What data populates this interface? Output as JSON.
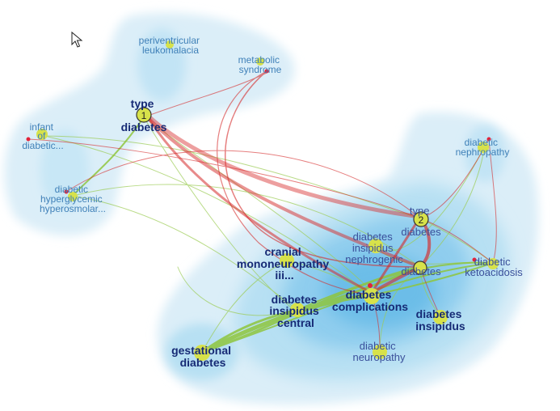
{
  "nodes": {
    "periventricular_leukomalacia": {
      "lines": [
        "periventricular",
        "leukomalacia"
      ]
    },
    "metabolic_syndrome": {
      "lines": [
        "metabolic",
        "syndrome"
      ]
    },
    "type1_diabetes": {
      "lines": [
        "type",
        "diabetes"
      ],
      "badge": "1"
    },
    "infant_of_diabetic": {
      "lines": [
        "infant",
        "of",
        "diabetic..."
      ]
    },
    "diabetic_hyperglycemic": {
      "lines": [
        "diabetic",
        "hyperglycemic",
        "hyperosmolar..."
      ]
    },
    "diabetic_nephropathy": {
      "lines": [
        "diabetic",
        "nephropathy"
      ]
    },
    "type2_diabetes": {
      "lines": [
        "type",
        "diabetes"
      ],
      "badge": "2"
    },
    "diabetes_insipidus_nephrogenic": {
      "lines": [
        "diabetes",
        "insipidus",
        "nephrogenic"
      ]
    },
    "diabetes": {
      "lines": [
        "diabetes"
      ]
    },
    "diabetic_ketoacidosis": {
      "lines": [
        "diabetic",
        "ketoacidosis"
      ]
    },
    "cranial_mononeuropathy": {
      "lines": [
        "cranial",
        "mononeuropathy",
        "iii..."
      ]
    },
    "diabetes_complications": {
      "lines": [
        "diabetes",
        "complications"
      ]
    },
    "diabetes_insipidus_central": {
      "lines": [
        "diabetes",
        "insipidus",
        "central"
      ]
    },
    "diabetes_insipidus": {
      "lines": [
        "diabetes",
        "insipidus"
      ]
    },
    "gestational_diabetes": {
      "lines": [
        "gestational",
        "diabetes"
      ]
    },
    "diabetic_neuropathy": {
      "lines": [
        "diabetic",
        "neuropathy"
      ]
    }
  },
  "colors": {
    "density_outer": "#dbeef8",
    "density_mid": "#b7e0f3",
    "density_inner": "#8fcdee",
    "density_core": "#6cbde8",
    "edge_red": "#d62a2a",
    "edge_green": "#8fc63d",
    "node_fill": "#d7e24a",
    "hot_dot": "#e2233a"
  },
  "cursor": {
    "icon": "mouse-pointer-icon"
  }
}
